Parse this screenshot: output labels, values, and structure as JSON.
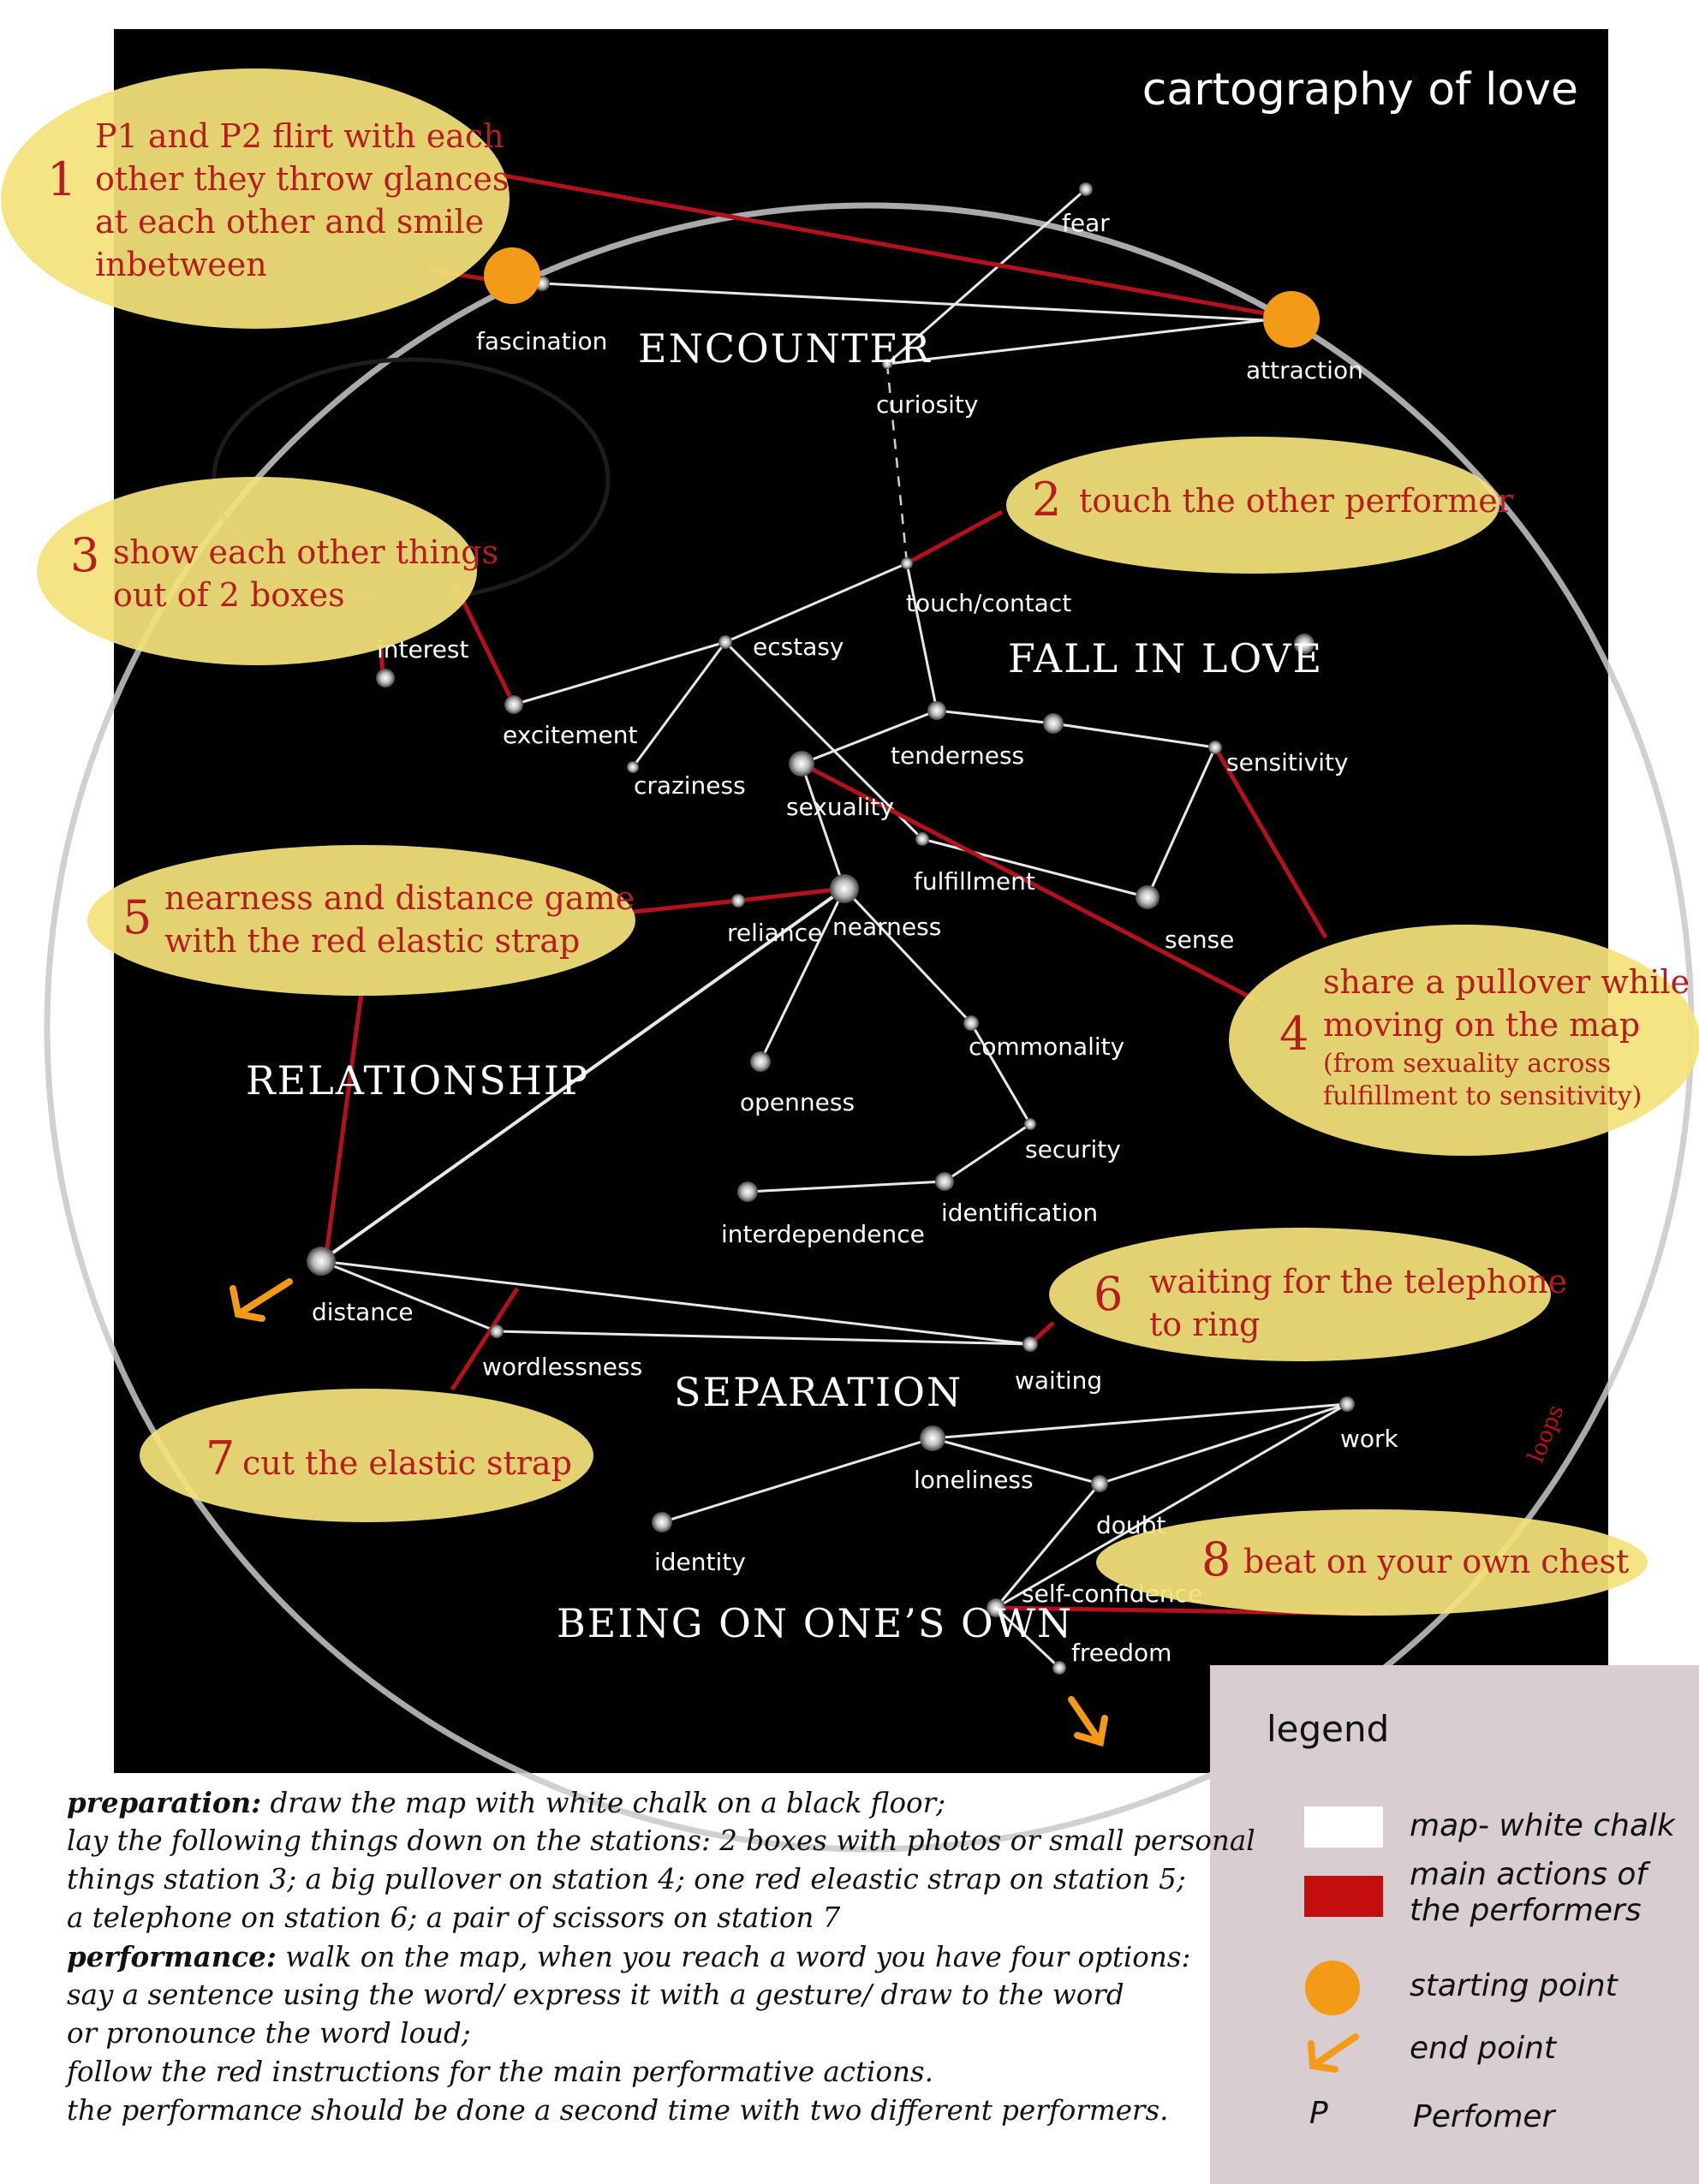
{
  "title": "cartography of love",
  "regions": {
    "encounter": "ENCOUNTER",
    "fall_in_love": "FALL IN LOVE",
    "relationship": "RELATIONSHIP",
    "separation": "SEPARATION",
    "being_alone": "BEING ON ONE’S OWN"
  },
  "stations": {
    "fear": "fear",
    "fascination": "fascination",
    "attraction": "attraction",
    "curiosity": "curiosity",
    "touch_contact": "touch/contact",
    "interest": "interest",
    "ecstasy": "ecstasy",
    "excitement": "excitement",
    "craziness": "craziness",
    "tenderness": "tenderness",
    "sensitivity": "sensitivity",
    "sexuality": "sexuality",
    "fulfillment": "fulfillment",
    "reliance": "reliance",
    "nearness": "nearness",
    "sense": "sense",
    "commonality": "commonality",
    "openness": "openness",
    "security": "security",
    "identification": "identification",
    "interdependence": "interdependence",
    "distance": "distance",
    "wordlessness": "wordlessness",
    "waiting": "waiting",
    "work": "work",
    "loneliness": "loneliness",
    "doubt": "doubt",
    "identity": "identity",
    "self_confidence": "self-confidence",
    "freedom": "freedom"
  },
  "loops_label": "loops",
  "actions": [
    {
      "number": "1",
      "lines": [
        "P1 and P2 flirt with each",
        "other they throw glances",
        "at each other and smile",
        "inbetween"
      ]
    },
    {
      "number": "2",
      "lines": [
        "touch the other performer"
      ]
    },
    {
      "number": "3",
      "lines": [
        "show each other things",
        "out of 2 boxes"
      ]
    },
    {
      "number": "4",
      "lines": [
        "share a pullover  while",
        "moving on the map"
      ],
      "note": [
        "(from sexuality across",
        "fulfillment  to sensitivity)"
      ]
    },
    {
      "number": "5",
      "lines": [
        "nearness and distance game",
        "with the red elastic strap"
      ]
    },
    {
      "number": "6",
      "lines": [
        "waiting for the telephone",
        "to ring"
      ]
    },
    {
      "number": "7",
      "lines": [
        "cut the elastic strap"
      ]
    },
    {
      "number": "8",
      "lines": [
        "beat on your own chest"
      ]
    }
  ],
  "legend": {
    "title": "legend",
    "white_label": "map- white chalk",
    "red_label_1": "main actions of",
    "red_label_2": "the performers",
    "orange_label": "starting point",
    "arrow_label": "end point",
    "p_symbol": "P",
    "p_label": "Perfomer",
    "colors": {
      "chalk": "#ffffff",
      "action": "#c40d0d",
      "start": "#f39a16",
      "bubble": "#e6d469",
      "background": "#000000"
    }
  },
  "notes": {
    "prep_heading": "preparation:",
    "prep_1": " draw the map with white chalk on a black floor;",
    "prep_2": "lay the following things down on the stations: 2 boxes with photos or small personal",
    "prep_3": "things station 3; a big pullover on station 4; one red eleastic strap on station 5;",
    "prep_4": "a telephone on station 6; a pair of scissors on station 7",
    "perf_heading": "performance:",
    "perf_1": " walk on the map, when you reach a word  you have four options:",
    "perf_2": "say a sentence using the word/ express it with a gesture/ draw to the word",
    "perf_3": "or pronounce the word loud;",
    "perf_4": "follow the red instructions for the main performative actions.",
    "perf_5": "the performance should be done a second time with two different  performers."
  }
}
